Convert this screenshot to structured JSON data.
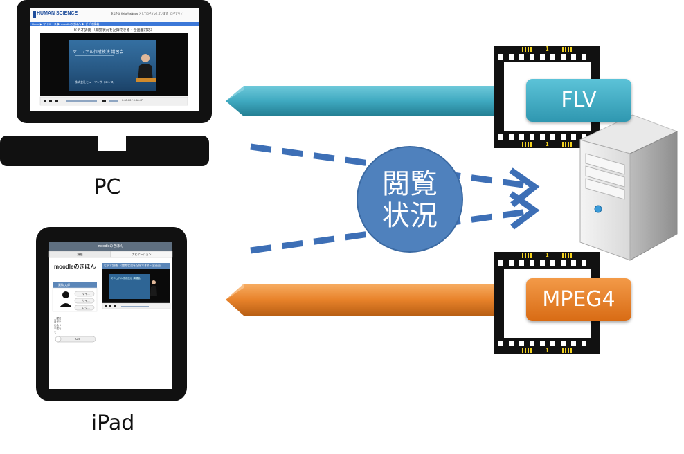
{
  "devices": {
    "pc_label": "PC",
    "ipad_label": "iPad"
  },
  "formats": {
    "flv": "FLV",
    "mpeg4": "MPEG4"
  },
  "center_bubble": {
    "line1": "閲覧",
    "line2": "状況"
  },
  "film_frame_number": "1",
  "pc_screen": {
    "brand": "HUMAN SCIENCE",
    "top_right_text": "あなたは Keita Yoshiwara としてログインしています（ログアウト）",
    "breadcrumb": "Home ▶ マイコース ▶ moodleのきほん ▶ ビデオ講義",
    "video_title": "ビデオ講義 （閲覧状況を記録できる・全画面対応）",
    "slide_title": "マニュアル作成技法 講習会",
    "slide_company": "株式会社ヒューマンサイエンス",
    "controls_time": "0:00:00 / 0:08:47"
  },
  "ipad_screen": {
    "header": "moodleのきほん",
    "tab_course": "講座",
    "tab_navigation": "ナビゲーション",
    "course_title": "moodleのきほん",
    "user_name": "業務 太郎",
    "btn1": "マイ...",
    "btn2": "サイ...",
    "btn3": "ログ...",
    "video_title": "ビデオ講義　（閲覧状況を記録できる・全画面...",
    "slide_title": "マニュアル作成技法 講習会",
    "side_lines": [
      "土曜日",
      "月光を",
      "出会う",
      "千載を",
      "を"
    ],
    "toggle_label": "On"
  },
  "colors": {
    "flv_arrow": "#3fa9c0",
    "mpeg4_arrow": "#e8822a",
    "dash_arrow": "#3d6fb6",
    "bubble": "#4f81bd",
    "device_body": "#111111"
  }
}
